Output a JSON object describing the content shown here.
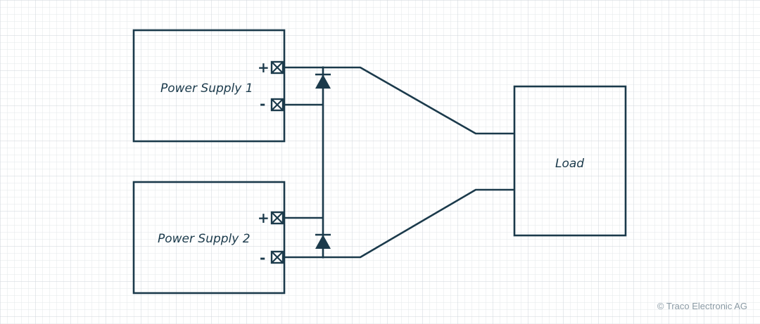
{
  "diagram": {
    "power_supply_1": {
      "label": "Power Supply 1",
      "plus": "+",
      "minus": "-"
    },
    "power_supply_2": {
      "label": "Power Supply 2",
      "plus": "+",
      "minus": "-"
    },
    "load": {
      "label": "Load"
    }
  },
  "copyright": "© Traco Electronic AG",
  "colors": {
    "ink": "#1b3a4b",
    "grid_minor": "#e3e7ea",
    "grid_major": "#cfd6db",
    "copyright": "#8a9aa4"
  }
}
